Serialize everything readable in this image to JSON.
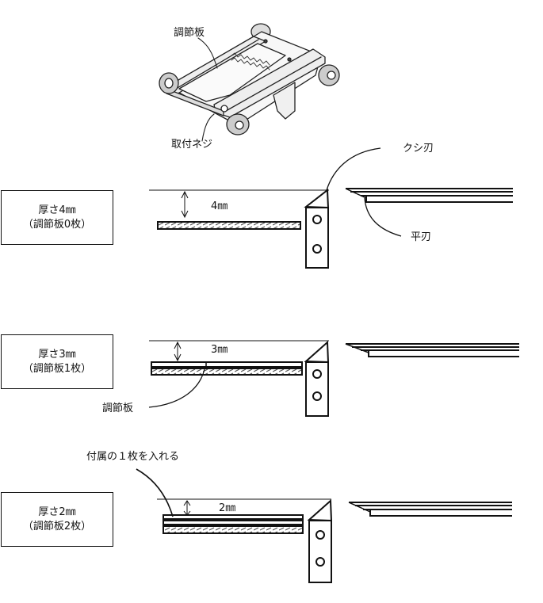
{
  "top_illustration": {
    "label_adjust_plate": "調節板",
    "label_mount_screw": "取付ネジ"
  },
  "blade_labels": {
    "comb_blade": "クシ刃",
    "flat_blade": "平刃"
  },
  "sections": [
    {
      "thickness": "厚さ4㎜",
      "plates": "（調節板0枚）",
      "gap_label": "4㎜"
    },
    {
      "thickness": "厚さ3㎜",
      "plates": "（調節板1枚）",
      "gap_label": "3㎜",
      "callout": "調節板"
    },
    {
      "thickness": "厚さ2㎜",
      "plates": "（調節板2枚）",
      "gap_label": "2㎜",
      "callout": "付属の１枚を入れる"
    }
  ]
}
